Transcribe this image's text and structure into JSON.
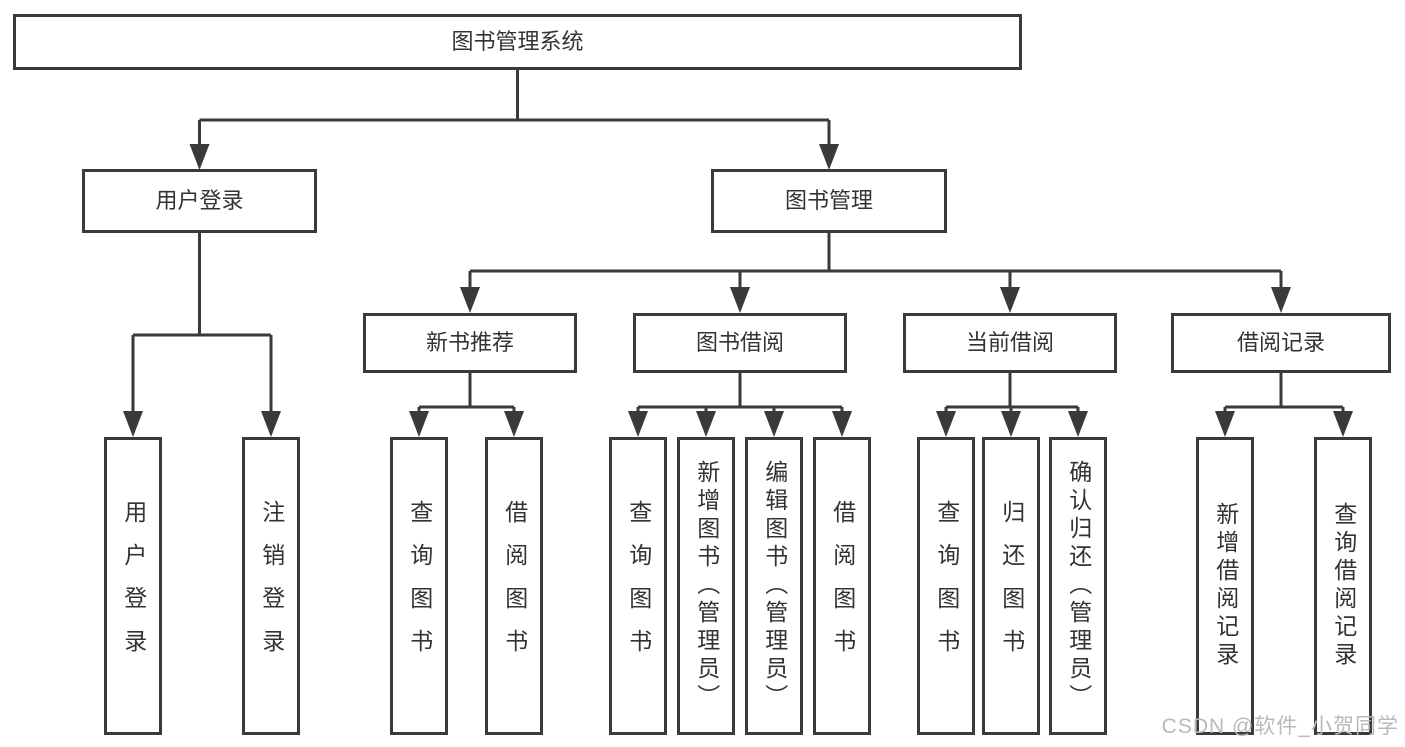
{
  "diagram": {
    "root": {
      "label": "图书管理系统"
    },
    "level2": {
      "user_login": {
        "label": "用户登录"
      },
      "book_management": {
        "label": "图书管理"
      }
    },
    "level3": {
      "new_book_recommend": {
        "label": "新书推荐"
      },
      "book_borrow": {
        "label": "图书借阅"
      },
      "current_borrow": {
        "label": "当前借阅"
      },
      "borrow_records": {
        "label": "借阅记录"
      }
    },
    "leaves": {
      "user_login": {
        "label": "用户登录"
      },
      "logout": {
        "label": "注销登录"
      },
      "nb_query_books": {
        "label": "查询图书"
      },
      "nb_borrow_books": {
        "label": "借阅图书"
      },
      "bb_query_books": {
        "label": "查询图书"
      },
      "bb_add_books_admin": {
        "label": "新增图书（管理员）"
      },
      "bb_edit_books_admin": {
        "label": "编辑图书（管理员）"
      },
      "bb_borrow_books": {
        "label": "借阅图书"
      },
      "cb_query_books": {
        "label": "查询图书"
      },
      "cb_return_books": {
        "label": "归还图书"
      },
      "cb_confirm_return_admin": {
        "label": "确认归还（管理员）"
      },
      "br_add_record": {
        "label": "新增借阅记录"
      },
      "br_query_record": {
        "label": "查询借阅记录"
      }
    },
    "hierarchy_note": {
      "user_login_children": [
        "用户登录",
        "注销登录"
      ],
      "book_management_children": [
        "新书推荐",
        "图书借阅",
        "当前借阅",
        "借阅记录"
      ],
      "new_book_recommend_children": [
        "查询图书",
        "借阅图书"
      ],
      "book_borrow_children": [
        "查询图书",
        "新增图书（管理员）",
        "编辑图书（管理员）",
        "借阅图书"
      ],
      "current_borrow_children": [
        "查询图书",
        "归还图书",
        "确认归还（管理员）"
      ],
      "borrow_records_children": [
        "新增借阅记录",
        "查询借阅记录"
      ]
    }
  },
  "watermark": "CSDN @软件_小贺同学",
  "colors": {
    "line": "#3a3a3a",
    "text": "#333333",
    "watermark": "#b6babd",
    "background": "#ffffff"
  }
}
